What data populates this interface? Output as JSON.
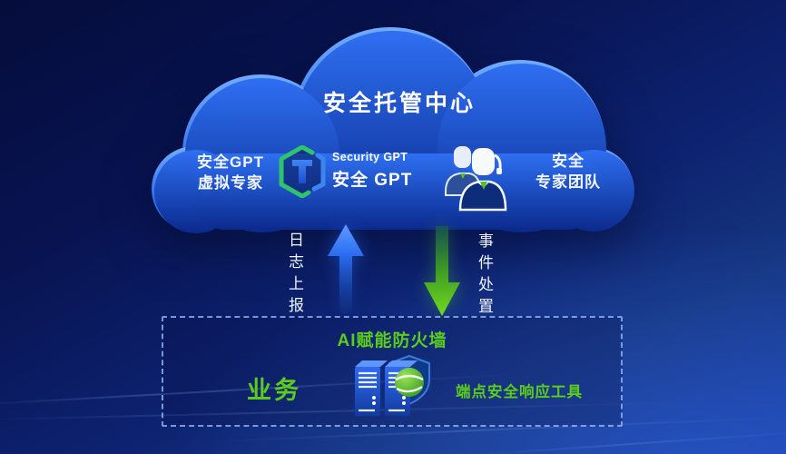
{
  "colors": {
    "background_top": "#050d3c",
    "background_bottom": "#1c41a9",
    "cloud_top": "#2e6ff2",
    "cloud_bottom": "#0b2a8d",
    "accent_green": "#5bcb1e",
    "arrow_blue": "#2f7bf5",
    "arrow_green": "#63cb1d",
    "dashed_border": "#96bcff",
    "text_white": "#ffffff"
  },
  "cloud": {
    "title": "安全托管中心",
    "left_expert": {
      "line1": "安全GPT",
      "line2": "虚拟专家"
    },
    "logo": {
      "subtitle": "Security GPT",
      "title": "安全 GPT"
    },
    "team": {
      "line1": "安全",
      "line2": "专家团队"
    }
  },
  "flows": {
    "up": {
      "label": "日志上报",
      "direction": "up",
      "color": "#2f7bf5"
    },
    "down": {
      "label": "事件处置",
      "direction": "down",
      "color": "#63cb1d"
    }
  },
  "firewall_box": {
    "title": "AI赋能防火墙",
    "business_label": "业务",
    "tool_label": "端点安全响应工具"
  }
}
